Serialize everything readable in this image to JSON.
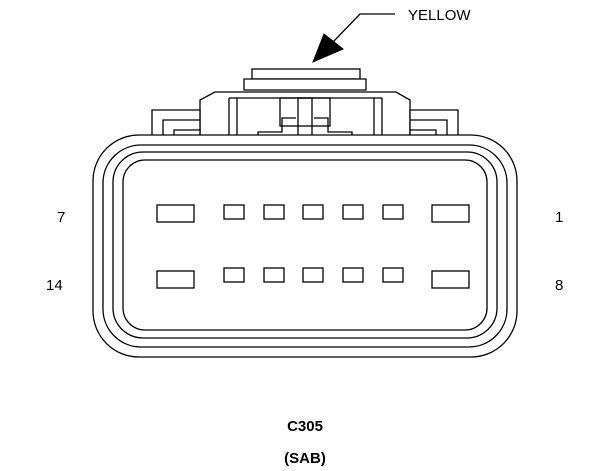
{
  "diagram": {
    "callout_label": "YELLOW",
    "pin_labels": {
      "top_left": "7",
      "top_right": "1",
      "bottom_left": "14",
      "bottom_right": "8"
    },
    "connector_id": "C305",
    "connector_sub": "(SAB)"
  }
}
